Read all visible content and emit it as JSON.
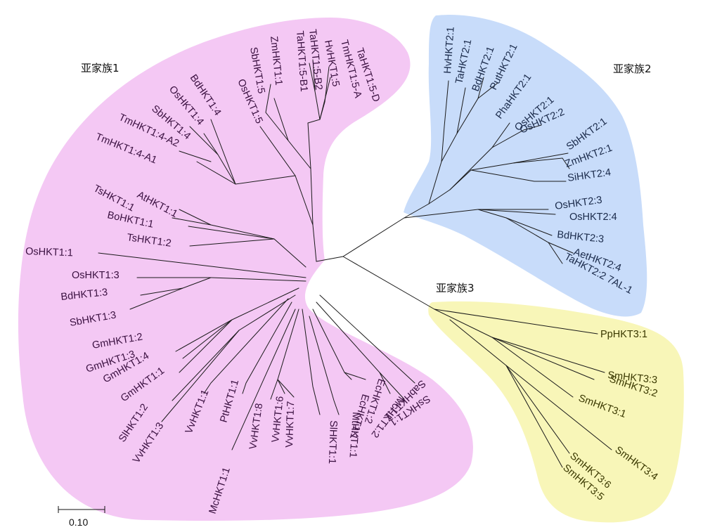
{
  "colors": {
    "subfamily1": "#f4c8f4",
    "subfamily2": "#c8dcfa",
    "subfamily3": "#f8f6b8",
    "branch": "#1a1a1a"
  },
  "groups": {
    "g1": "亚家族1",
    "g2": "亚家族2",
    "g3": "亚家族3"
  },
  "scale_bar": {
    "label": "0.10"
  },
  "leaves": [
    "TaHKT1:5-D",
    "TmHKT1:5-A",
    "HvHKT1:5",
    "TaHKT1:5-B2",
    "TaHKT1:5-B1",
    "ZmHKT1:1",
    "SbHKT1:5",
    "OsHKT1:5",
    "BdHKT1:4",
    "OsHKT1:4",
    "SbHKT1:4",
    "TmHKT1:4-A2",
    "TmHKT1:4-A1",
    "TsHKT1:1",
    "AtHKT1:1",
    "BoHKT1:1",
    "TsHKT1:2",
    "OsHKT1:1",
    "OsHKT1:3",
    "BdHKT1:3",
    "SbHKT1:3",
    "GmHKT1:2",
    "GmHKT1:3",
    "GmHKT1:4",
    "GmHKT1:1",
    "SlHKT1:2",
    "VvHKT1:3",
    "VvHKT1:1",
    "PtHKT1:1",
    "McHKT1:1",
    "VvHKT1:8",
    "VvHKT1:6",
    "VvHKT1:7",
    "SlHKT1:1",
    "MtHKT1:1",
    "EcHKT1:1",
    "EcHKT1:2",
    "McHKT1:2",
    "SabHKT1:1",
    "SsHKT1:1",
    "HvHKT2:1",
    "TaHKT2:1",
    "BdHKT2:1",
    "PutHKT2:1",
    "PhaHKT2:1",
    "OsHKT2:1",
    "OsHKT2:2",
    "SbHKT2:1",
    "ZmHKT2:1",
    "SiHKT2:4",
    "OsHKT2:3",
    "OsHKT2:4",
    "BdHKT2:3",
    "AetHKT2:4",
    "TaHKT2:2 7AL-1",
    "PpHKT3:1",
    "SmHKT3:3",
    "SmHKT3:2",
    "SmHKT3:1",
    "SmHKT3:4",
    "SmHKT3:6",
    "SmHKT3:5"
  ]
}
